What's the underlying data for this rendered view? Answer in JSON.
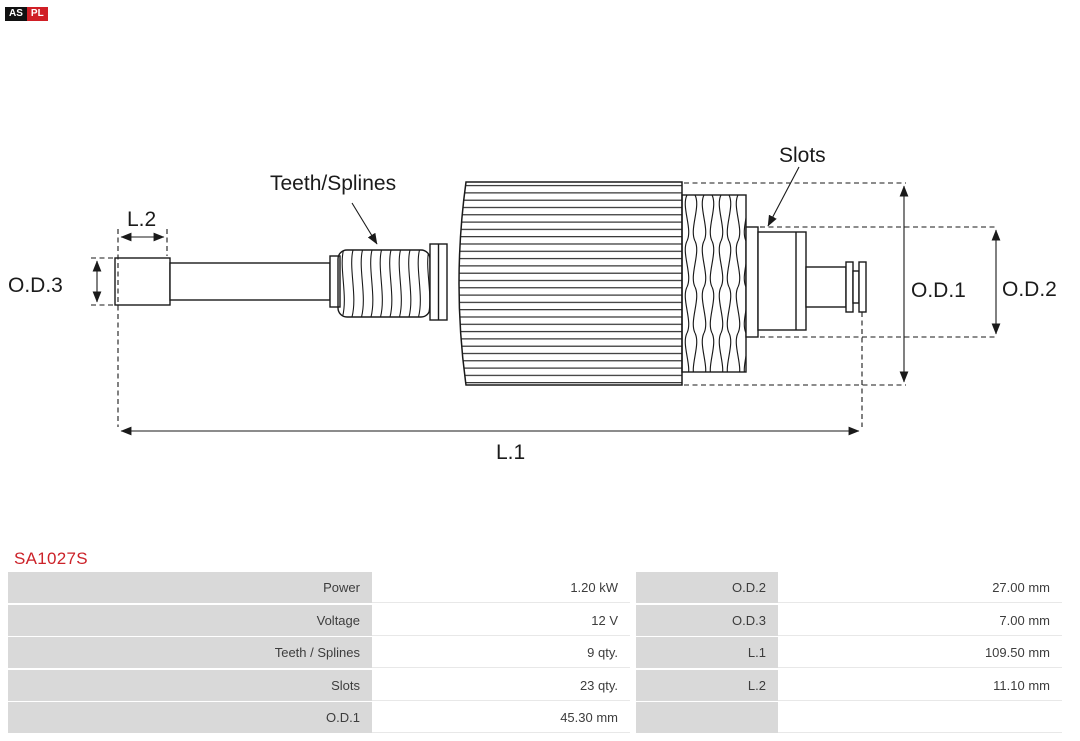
{
  "brand": {
    "logo_as": "AS",
    "logo_pl": "PL"
  },
  "part_number": "SA1027S",
  "diagram": {
    "labels": {
      "teeth_splines": "Teeth/Splines",
      "slots": "Slots",
      "l2": "L.2",
      "od3": "O.D.3",
      "od1": "O.D.1",
      "od2": "O.D.2",
      "l1": "L.1"
    }
  },
  "spec_table": {
    "left": [
      {
        "label": "Power",
        "value": "1.20 kW"
      },
      {
        "label": "Voltage",
        "value": "12 V"
      },
      {
        "label": "Teeth / Splines",
        "value": "9 qty."
      },
      {
        "label": "Slots",
        "value": "23 qty."
      },
      {
        "label": "O.D.1",
        "value": "45.30 mm"
      }
    ],
    "right": [
      {
        "label": "O.D.2",
        "value": "27.00 mm"
      },
      {
        "label": "O.D.3",
        "value": "7.00 mm"
      },
      {
        "label": "L.1",
        "value": "109.50 mm"
      },
      {
        "label": "L.2",
        "value": "11.10 mm"
      },
      {
        "label": "",
        "value": ""
      }
    ]
  },
  "colors": {
    "part_number": "#cc2229",
    "label_cell_bg": "#d9d9d9",
    "table_text": "#3d3d3d",
    "diagram_stroke": "#1a1a1a"
  }
}
